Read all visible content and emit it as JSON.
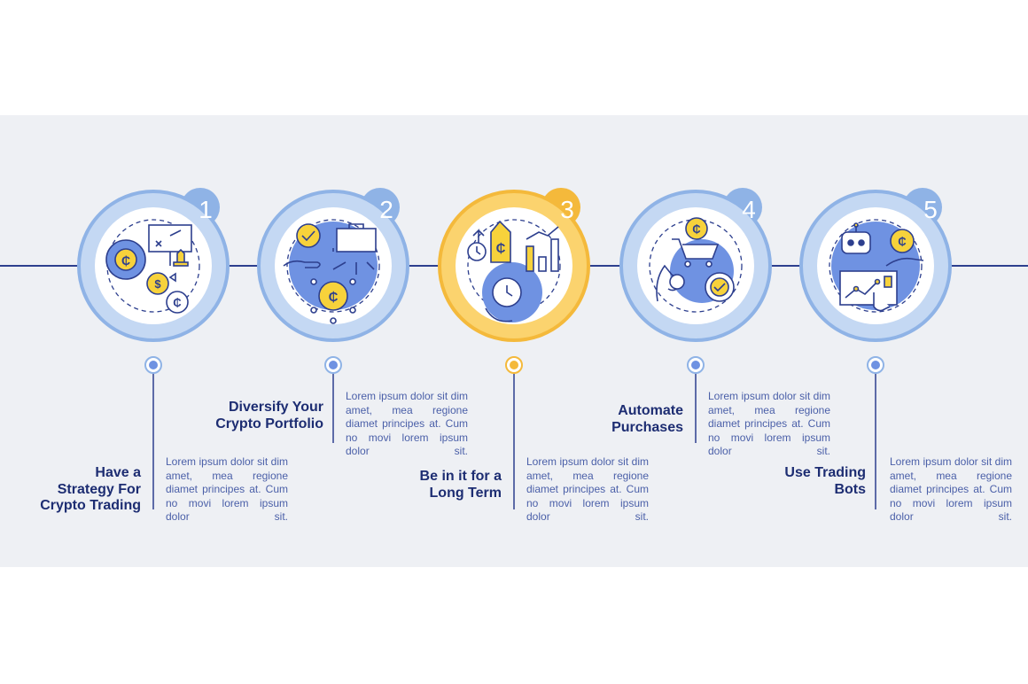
{
  "colors": {
    "background": "#eef0f4",
    "line": "#2d3f8e",
    "ring_blue": "#c4d8f3",
    "ring_blue_edge": "#8fb3e6",
    "ring_yellow": "#fbd36e",
    "ring_yellow_edge": "#f4b93b",
    "icon_fill": "#6f92e2",
    "coin": "#f7d23b",
    "title_text": "#1d2d72",
    "body_text": "#4a5fa8"
  },
  "steps": [
    {
      "number": "1",
      "title_lines": [
        "Have a",
        "Strategy For",
        "Crypto Trading"
      ],
      "description": "Lorem ipsum dolor sit dim amet, mea regione diamet principes at. Cum no movi lorem ipsum dolor sit.",
      "icon": "strategy-chess-coins-icon",
      "highlight": false
    },
    {
      "number": "2",
      "title_lines": [
        "Diversify Your",
        "Crypto Portfolio"
      ],
      "description": "Lorem ipsum dolor sit dim amet, mea regione diamet principes at. Cum no movi lorem ipsum dolor sit.",
      "icon": "portfolio-network-icon",
      "highlight": false
    },
    {
      "number": "3",
      "title_lines": [
        "Be in it for a",
        "Long Term"
      ],
      "description": "Lorem ipsum dolor sit dim amet, mea regione diamet principes at. Cum no movi lorem ipsum dolor sit.",
      "icon": "long-term-growth-icon",
      "highlight": true
    },
    {
      "number": "4",
      "title_lines": [
        "Automate",
        "Purchases"
      ],
      "description": "Lorem ipsum dolor sit dim amet, mea regione diamet principes at. Cum no movi lorem ipsum dolor sit.",
      "icon": "automated-cart-icon",
      "highlight": false
    },
    {
      "number": "5",
      "title_lines": [
        "Use Trading",
        "Bots"
      ],
      "description": "Lorem ipsum dolor sit dim amet, mea regione diamet principes at. Cum no movi lorem ipsum dolor sit.",
      "icon": "trading-bot-icon",
      "highlight": false
    }
  ]
}
